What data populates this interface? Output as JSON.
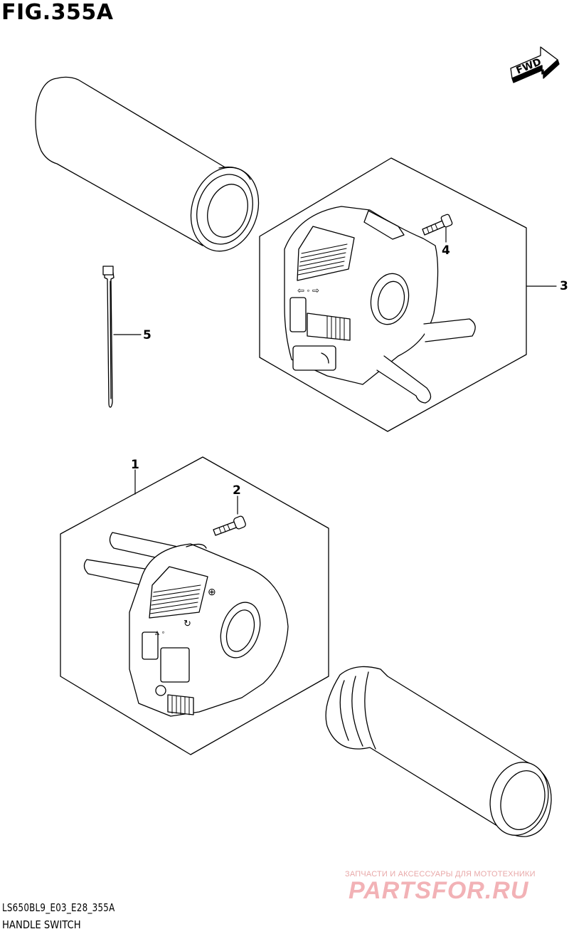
{
  "figure": {
    "title": "FIG.355A",
    "model_code": "LS650BL9_E03_E28_355A",
    "caption": "HANDLE SWITCH",
    "direction_marker": "FWD"
  },
  "callouts": [
    {
      "id": "1",
      "label": "1",
      "part": "left-handle-switch"
    },
    {
      "id": "2",
      "label": "2",
      "part": "left-switch-screw"
    },
    {
      "id": "3",
      "label": "3",
      "part": "right-handle-switch"
    },
    {
      "id": "4",
      "label": "4",
      "part": "right-switch-screw"
    },
    {
      "id": "5",
      "label": "5",
      "part": "cable-tie"
    }
  ],
  "watermark": {
    "tagline": "ЗАПЧАСТИ И АКСЕССУАРЫ ДЛЯ МОТОТЕХНИКИ",
    "brand": "PARTSFOR.RU"
  }
}
